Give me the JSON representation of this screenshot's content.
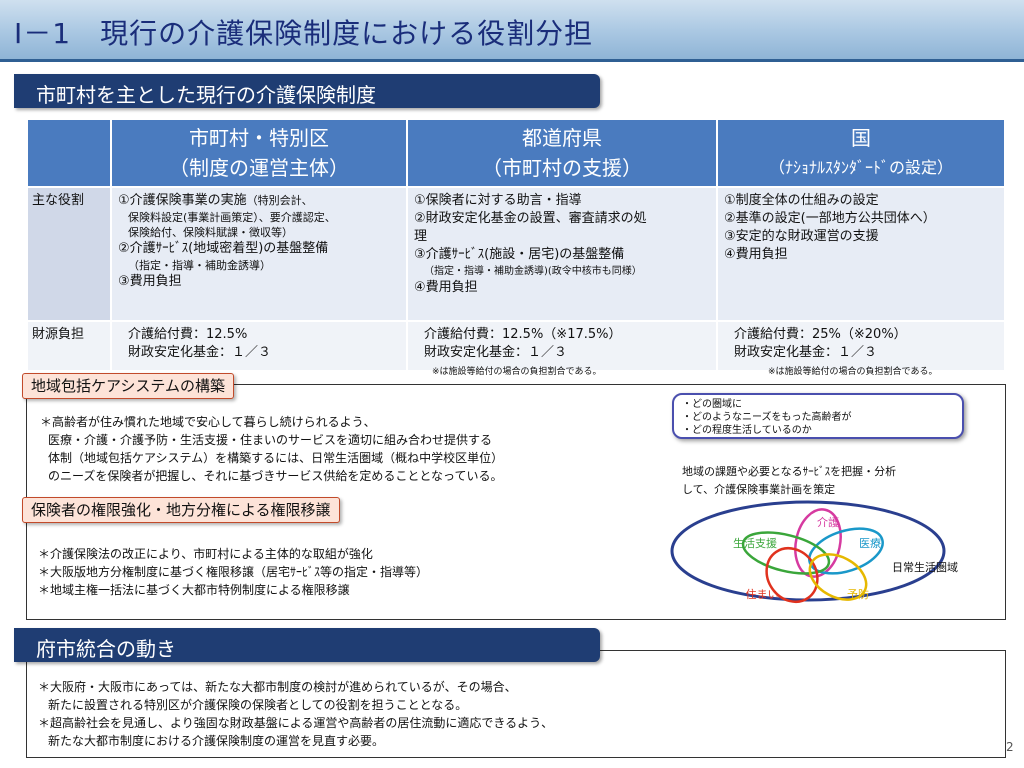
{
  "title": "Ⅰ－1　現行の介護保険制度における役割分担",
  "section1": {
    "heading": "市町村を主とした現行の介護保険制度",
    "table": {
      "header_blank": "",
      "columns": [
        {
          "line1": "市町村・特別区",
          "line2": "（制度の運営主体）"
        },
        {
          "line1": "都道府県",
          "line2": "（市町村の支援）"
        },
        {
          "line1": "国",
          "line2": "（ﾅｼｮﾅﾙｽﾀﾝﾀﾞｰﾄﾞの設定）"
        }
      ],
      "row1_label": "主な役割",
      "row1": {
        "col1": {
          "a_main": "①介護保険事業の実施",
          "a_sub": "（特別会計、",
          "a2": "保険料設定(事業計画策定）、要介護認定、",
          "a3": "保険給付、保険料賦課・徴収等）",
          "b": "②介護ｻｰﾋﾞｽ(地域密着型)の基盤整備",
          "b2": "（指定・指導・補助金誘導）",
          "c": "③費用負担"
        },
        "col2": {
          "a": "①保険者に対する助言・指導",
          "b": "②財政安定化基金の設置、審査請求の処",
          "b2": "理",
          "c": "③介護ｻｰﾋﾞｽ(施設・居宅)の基盤整備",
          "c2": "（指定・指導・補助金誘導)(政令中核市も同様）",
          "d": "④費用負担"
        },
        "col3": {
          "a": "①制度全体の仕組みの設定",
          "b": "②基準の設定(一部地方公共団体へ）",
          "c": "③安定的な財政運営の支援",
          "d": "④費用負担"
        }
      },
      "row2_label": "財源負担",
      "row2": {
        "col1": {
          "a": "介護給付費：12.5%",
          "b": "財政安定化基金：１／３"
        },
        "col2": {
          "a": "介護給付費：12.5%（※17.5%）",
          "b": "財政安定化基金：１／３",
          "note": "※は施設等給付の場合の負担割合である。"
        },
        "col3": {
          "a": "介護給付費：25%（※20%）",
          "b": "財政安定化基金：１／３",
          "note": "※は施設等給付の場合の負担割合である。"
        }
      }
    }
  },
  "section_community": {
    "label": "地域包括ケアシステムの構築",
    "lines": [
      "＊高齢者が住み慣れた地域で安心して暮らし続けられるよう、",
      "医療・介護・介護予防・生活支援・住まいのサービスを適切に組み合わせ提供する",
      "体制（地域包括ケアシステム）を構築するには、日常生活圏域（概ね中学校区単位）",
      "のニーズを保険者が把握し、それに基づきサービス供給を定めることとなっている。"
    ],
    "callout": [
      "・どの圏域に",
      "・どのようなニーズをもった高齢者が",
      "・どの程度生活しているのか"
    ],
    "analysis_text": [
      "地域の課題や必要となるｻｰﾋﾞｽを把握・分析",
      "して、介護保険事業計画を策定"
    ],
    "diagram": {
      "labels": [
        "介護",
        "医療",
        "生活支援",
        "住まい",
        "予防"
      ],
      "area_label": "日常生活圏域"
    }
  },
  "section_authority": {
    "label": "保険者の権限強化・地方分権による権限移譲",
    "lines": [
      "＊介護保険法の改正により、市町村による主体的な取組が強化",
      "＊大阪版地方分権制度に基づく権限移譲（居宅ｻｰﾋﾞｽ等の指定・指導等）",
      "＊地域主権一括法に基づく大都市特例制度による権限移譲"
    ]
  },
  "section3": {
    "heading": "府市統合の動き",
    "lines": [
      "＊大阪府・大阪市にあっては、新たな大都市制度の検討が進められているが、その場合、",
      "新たに設置される特別区が介護保険の保険者としての役割を担うこととなる。",
      "＊超高齢社会を見通し、より強固な財政基盤による運営や高齢者の居住流動に適応できるよう、",
      "新たな大都市制度における介護保険制度の運営を見直す必要。"
    ]
  },
  "page_number": "2",
  "colors": {
    "header_navy": "#1f3d73",
    "table_header": "#4a7bbf",
    "care": "#d63aa0",
    "medical": "#1a98c9",
    "life_support": "#3aa63a",
    "housing": "#e0321e",
    "prevention": "#e6b800",
    "area_oval": "#2a3f8f"
  }
}
